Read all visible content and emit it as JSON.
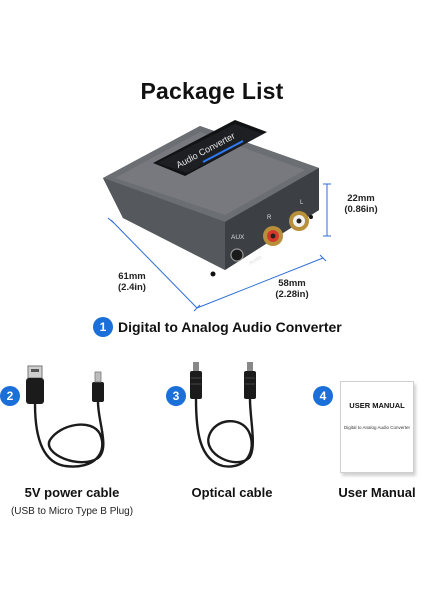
{
  "header": {
    "title": "Package List"
  },
  "converter": {
    "badge": "1",
    "caption": "Digital to Analog Audio Converter",
    "device_label": "Audio Converter",
    "port_labels": {
      "aux": "AUX",
      "r": "R",
      "l": "L",
      "audio": "Audio"
    },
    "dimensions": {
      "height_mm": "22mm",
      "height_in": "(0.86in)",
      "depth_mm": "61mm",
      "depth_in": "(2.4in)",
      "width_mm": "58mm",
      "width_in": "(2.28in)"
    }
  },
  "items": [
    {
      "badge": "2",
      "label": "5V power cable",
      "sublabel": "(USB to Micro Type B Plug)",
      "icon": "usb-cable-icon"
    },
    {
      "badge": "3",
      "label": "Optical cable",
      "icon": "optical-cable-icon"
    },
    {
      "badge": "4",
      "label": "User Manual",
      "icon": "user-manual-icon"
    }
  ],
  "manual": {
    "cover_title": "USER MANUAL",
    "cover_subtitle": "Digital to Analog Audio Converter"
  },
  "colors": {
    "badge": "#1a6fd8",
    "dimension_line": "#2f6fd6",
    "device_body": "#55585c"
  }
}
